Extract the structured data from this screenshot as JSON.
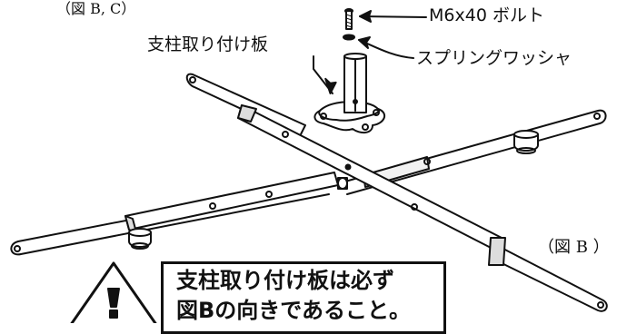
{
  "labels": {
    "figure_ref_top": "（図 B, C）",
    "mounting_plate": "支柱取り付け板",
    "bolt": "M6x40 ボルト",
    "spring_washer": "スプリングワッシャ",
    "figure_ref_b": "（図 B ）"
  },
  "warning": {
    "line1": "支柱取り付け板は必ず",
    "line2": "図Bの向きであること。",
    "icon": "warning-triangle-icon"
  },
  "colors": {
    "ink": "#111111",
    "paper": "#ffffff",
    "shade": "#d9d9d9"
  }
}
